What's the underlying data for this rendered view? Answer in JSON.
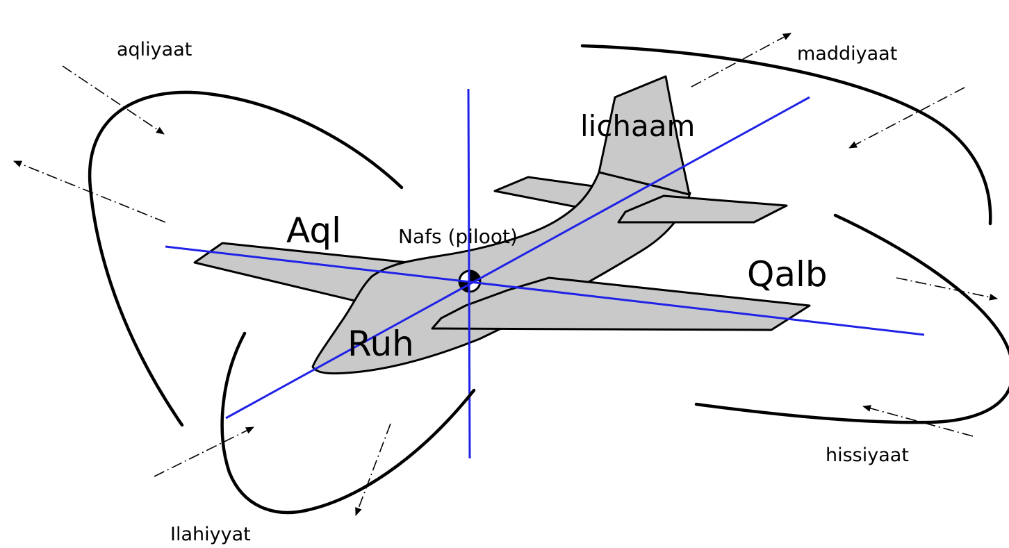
{
  "labels": {
    "aqliyaat": "aqliyaat",
    "maddiyaat": "maddiyaat",
    "lichaam": "lichaam",
    "aql": "Aql",
    "nafs": "Nafs (piloot)",
    "qalb": "Qalb",
    "ruh": "Ruh",
    "hissiyaat": "hissiyaat",
    "ilahiyyat": "Ilahiyyat"
  },
  "colors": {
    "axis": "#1f22e6",
    "airplane_fill": "#c9c9c9",
    "outline": "#000000",
    "background": "#ffffff"
  }
}
